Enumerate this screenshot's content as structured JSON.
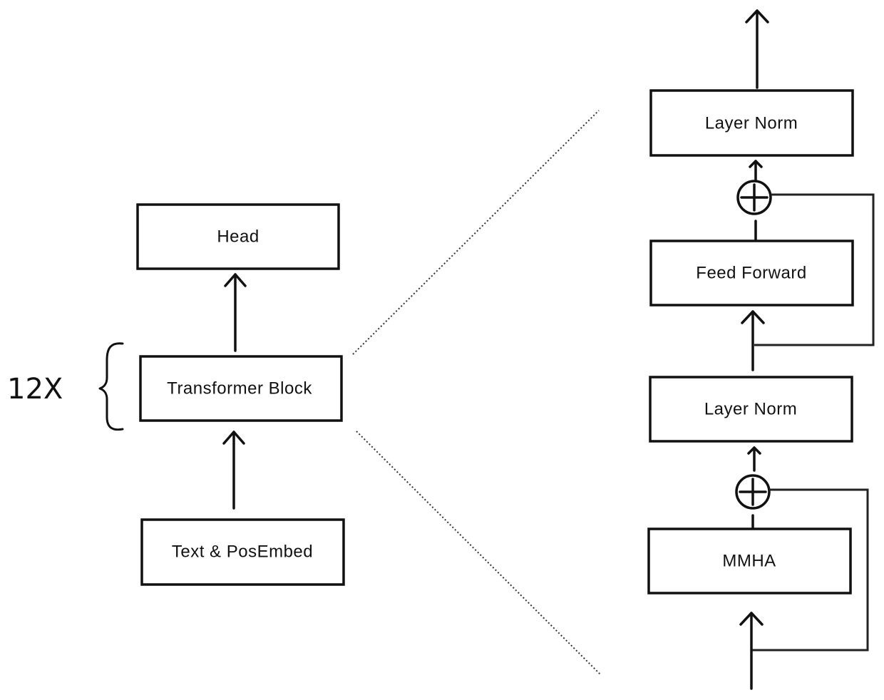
{
  "left": {
    "head": "Head",
    "block": "Transformer Block",
    "embed": "Text & PosEmbed",
    "repeat": "12X"
  },
  "right": {
    "layer_norm_top": "Layer Norm",
    "feed_forward": "Feed Forward",
    "layer_norm_mid": "Layer Norm",
    "mmha": "MMHA"
  }
}
